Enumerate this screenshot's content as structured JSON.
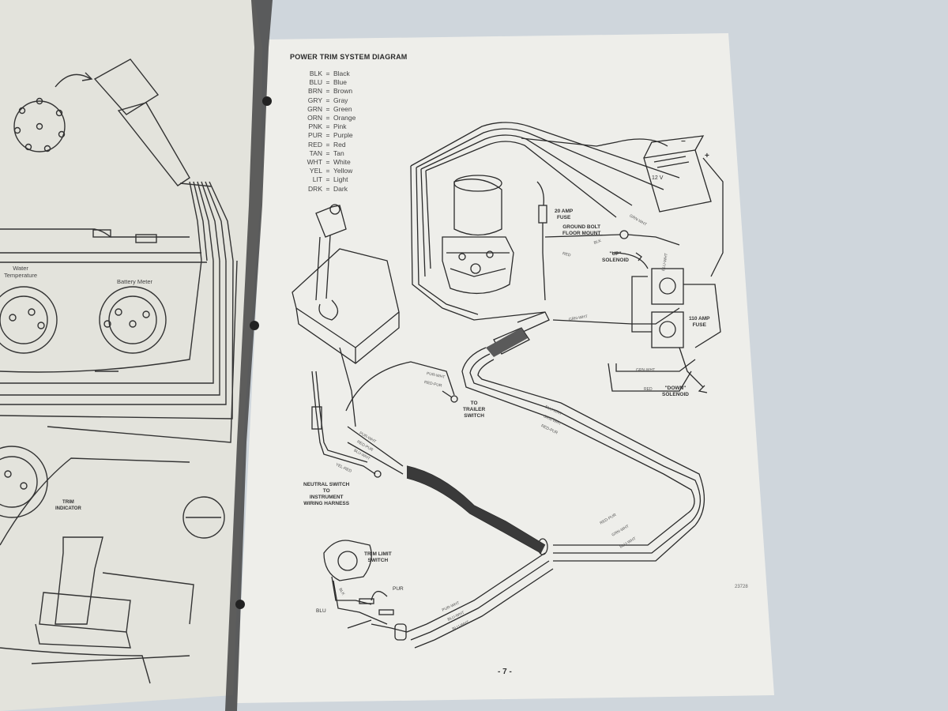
{
  "title": "POWER TRIM SYSTEM DIAGRAM",
  "legend": [
    {
      "code": "BLK",
      "name": "Black"
    },
    {
      "code": "BLU",
      "name": "Blue"
    },
    {
      "code": "BRN",
      "name": "Brown"
    },
    {
      "code": "GRY",
      "name": "Gray"
    },
    {
      "code": "GRN",
      "name": "Green"
    },
    {
      "code": "ORN",
      "name": "Orange"
    },
    {
      "code": "PNK",
      "name": "Pink"
    },
    {
      "code": "PUR",
      "name": "Purple"
    },
    {
      "code": "RED",
      "name": "Red"
    },
    {
      "code": "TAN",
      "name": "Tan"
    },
    {
      "code": "WHT",
      "name": "White"
    },
    {
      "code": "YEL",
      "name": "Yellow"
    },
    {
      "code": "LIT",
      "name": "Light"
    },
    {
      "code": "DRK",
      "name": "Dark"
    }
  ],
  "labels": {
    "battery": "12 V",
    "battery_minus": "−",
    "battery_plus": "+",
    "fuse_20": "20 AMP\nFUSE",
    "ground_bolt": "GROUND BOLT\nFLOOR MOUNT",
    "up_solenoid": "\"UP\"\nSOLENOID",
    "fuse_110": "110 AMP\nFUSE",
    "down_solenoid": "\"DOWN\"\nSOLENOID",
    "trailer_switch": "TO\nTRAILER\nSWITCH",
    "neutral_switch": "NEUTRAL SWITCH\nTO\nINSTRUMENT\nWIRING HARNESS",
    "trim_limit": "TRIM LIMIT\nSWITCH",
    "pur": "PUR",
    "blu": "BLU"
  },
  "wires": {
    "grn_wht": "GRN-WHT",
    "blu_wht": "BLU-WHT",
    "red_pur": "RED-PUR",
    "pur_wht": "PUR-WHT",
    "blk": "BLK",
    "red": "RED",
    "yel_red": "YEL-RED"
  },
  "left_page": {
    "water_temp": "Water\nTemperature",
    "battery_meter": "Battery Meter",
    "trim_indicator": "TRIM\nINDICATOR"
  },
  "page_number": "- 7 -",
  "figure_number": "23728"
}
